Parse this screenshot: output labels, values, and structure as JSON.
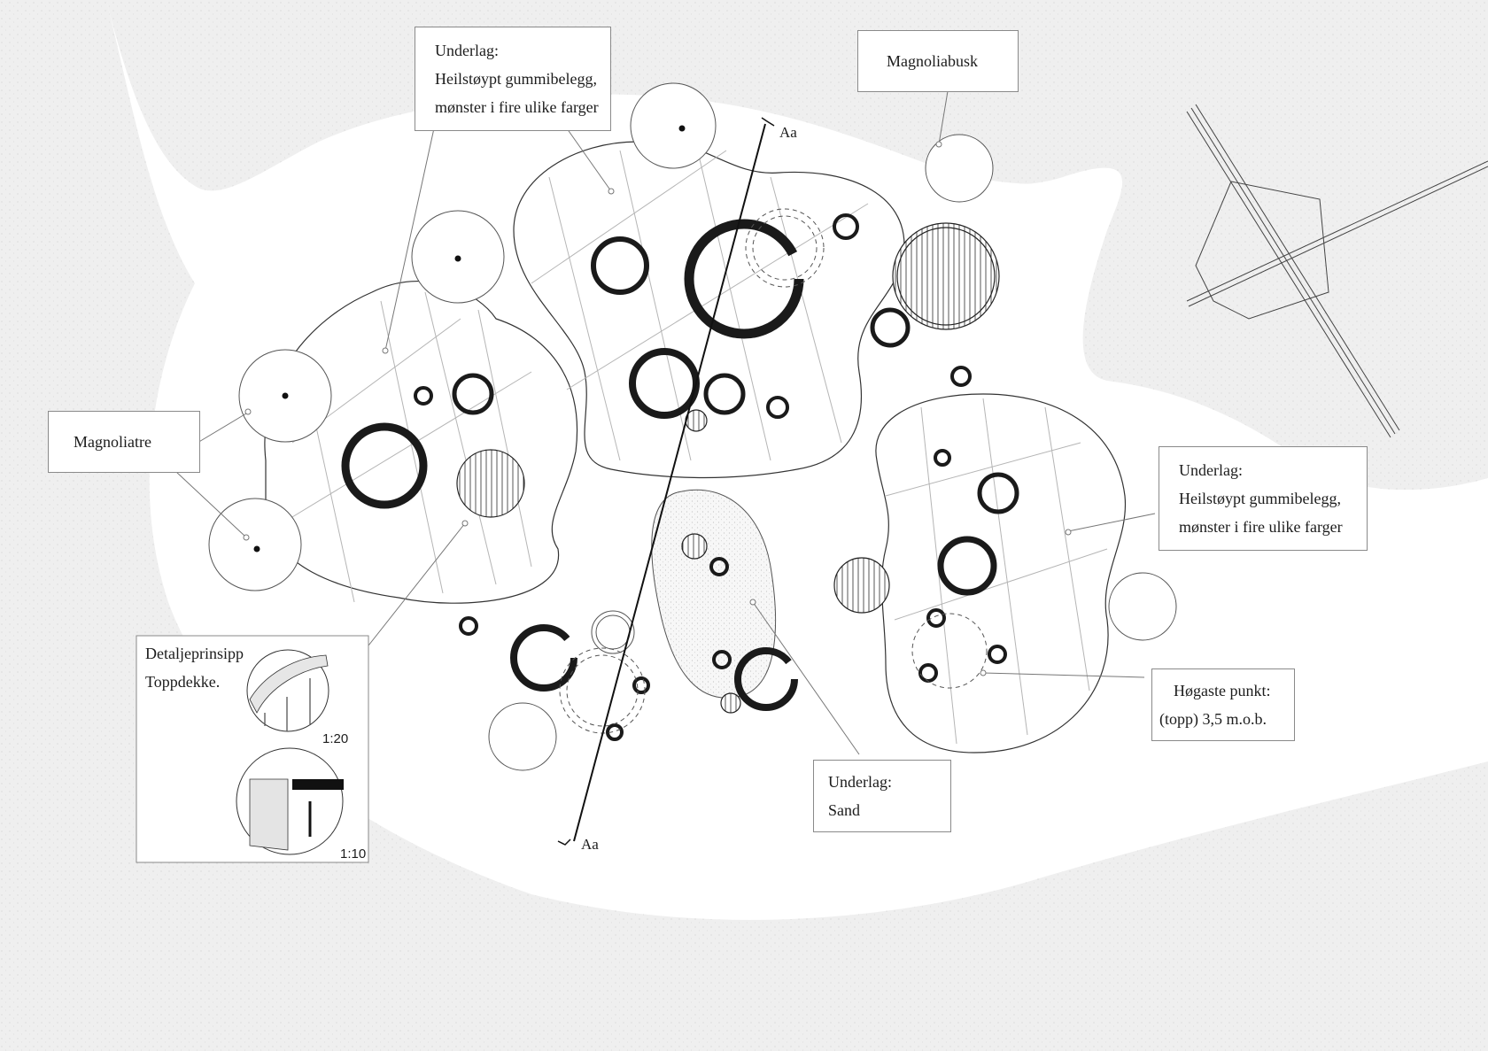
{
  "title": "Situasjonsplan lekeplass",
  "colors": {
    "background": "#ffffff",
    "terrain_fill": "#efefef",
    "line": "#1c1c1c",
    "thin_line": "#555555",
    "pattern_line": "#b5b5b5",
    "label_border": "#8a8a8a"
  },
  "labels": {
    "underlag_top": {
      "lines": [
        "Underlag:",
        "Heilstøypt gummibelegg,",
        "mønster i fire ulike farger"
      ]
    },
    "magnoliabusk": {
      "lines": [
        "Magnoliabusk"
      ]
    },
    "magnoliatre": {
      "lines": [
        "Magnoliatre"
      ]
    },
    "underlag_right": {
      "lines": [
        "Underlag:",
        "Heilstøypt gummibelegg,",
        "mønster i fire ulike farger"
      ]
    },
    "hogaste_punkt": {
      "lines": [
        "Høgaste punkt:",
        "(topp) 3,5 m.o.b."
      ]
    },
    "underlag_sand": {
      "lines": [
        "Underlag:",
        "Sand"
      ]
    }
  },
  "detail": {
    "title_lines": [
      "Detaljeprinsipp",
      "Toppdekke."
    ],
    "scale_1": "1:20",
    "scale_2": "1:10"
  },
  "section": {
    "start_label": "Aa",
    "end_label": "Aa"
  }
}
